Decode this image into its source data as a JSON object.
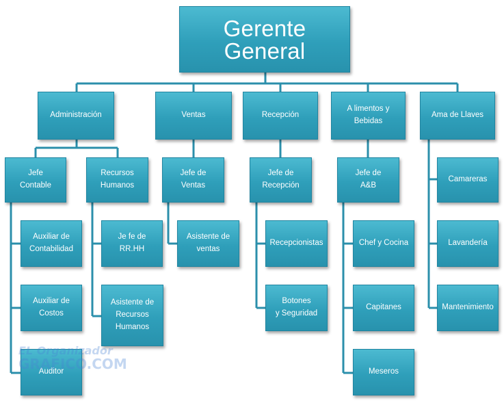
{
  "title": "Gerente General",
  "departments": {
    "administracion": "Administración",
    "ventas": "Ventas",
    "recepcion": "Recepción",
    "alimentos": [
      "A limentos y",
      "Bebidas"
    ],
    "ama_llaves": "Ama de Llaves"
  },
  "nodes": {
    "jefe_contable": [
      "Jefe",
      "Contable"
    ],
    "recursos_humanos": [
      "Recursos",
      "Humanos"
    ],
    "jefe_ventas": [
      "Jefe de",
      "Ventas"
    ],
    "jefe_recepcion": [
      "Jefe de",
      "Recepción"
    ],
    "jefe_ab": [
      "Jefe de",
      "A&B"
    ],
    "camareras": "Camareras",
    "auxiliar_contabilidad": [
      "Auxiliar de",
      "Contabilidad"
    ],
    "jefe_rrhh": [
      "Je fe de",
      "RR.HH"
    ],
    "asistente_ventas": [
      "Asistente de",
      "ventas"
    ],
    "recepcionistas": "Recepcionistas",
    "chef_cocina": "Chef y Cocina",
    "lavanderia": "Lavandería",
    "auxiliar_costos": [
      "Auxiliar de",
      "Costos"
    ],
    "asistente_rrhh": [
      "Asistente de",
      "Recursos",
      "Humanos"
    ],
    "botones": [
      "Botones",
      "y Seguridad"
    ],
    "capitanes": "Capitanes",
    "mantenimiento": "Mantenimiento",
    "auditor": "Auditor",
    "meseros": "Meseros"
  },
  "watermark": [
    "EL Organizador",
    "GRAFICO.COM"
  ],
  "colors": {
    "box_top": "#4cbad1",
    "box_bottom": "#2892ad",
    "connector": "#2b8fab",
    "text": "#ffffff"
  }
}
